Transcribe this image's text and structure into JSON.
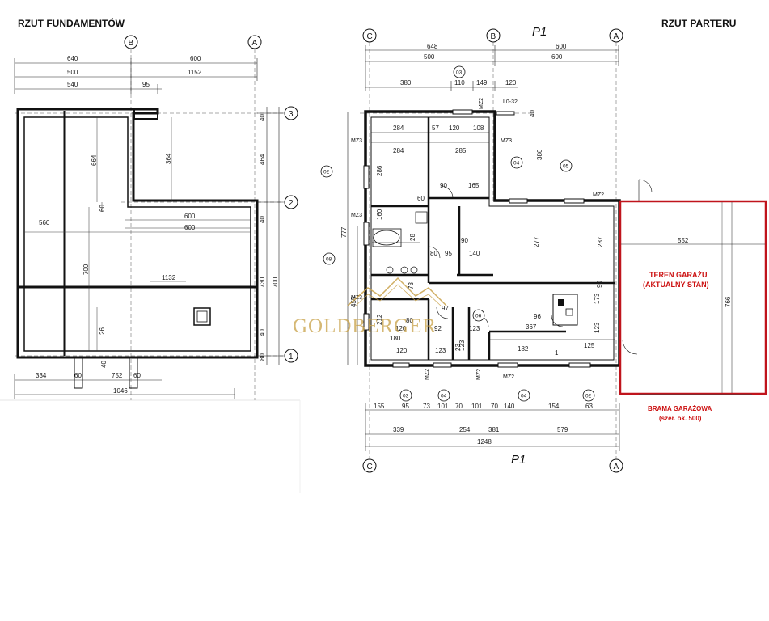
{
  "titles": {
    "foundations": "RZUT FUNDAMENTÓW",
    "ground_floor": "RZUT PARTERU",
    "section_top": "P1",
    "section_bottom": "P1"
  },
  "axes": {
    "a": "A",
    "b": "B",
    "c": "C",
    "n1": "1",
    "n2": "2",
    "n3": "3"
  },
  "garage": {
    "label_line1": "TEREN GARAŻU",
    "label_line2": "(AKTUALNY STAN)",
    "gate_line1": "BRAMA GARAŻOWA",
    "gate_line2": "(szer. ok. 500)",
    "width": "552",
    "depth": "766"
  },
  "watermark": {
    "text": "GOLDBERGER"
  },
  "foundations": {
    "top_dims": [
      "640",
      "600",
      "500",
      "1152",
      "540",
      "95"
    ],
    "bottom_dims": [
      "334",
      "60",
      "752",
      "60",
      "1046"
    ],
    "right_dims": [
      "40",
      "464",
      "40",
      "730",
      "700",
      "40",
      "40",
      "80"
    ],
    "inner_dims": [
      "664",
      "364",
      "60",
      "600",
      "600",
      "560",
      "1132",
      "700",
      "26",
      "40"
    ]
  },
  "ground": {
    "top_dims": [
      "648",
      "600",
      "500",
      "600",
      "380",
      "110",
      "149",
      "120"
    ],
    "bottom_dims": [
      "155",
      "95",
      "73",
      "101",
      "70",
      "101",
      "70",
      "140",
      "154",
      "63",
      "339",
      "254",
      "381",
      "579",
      "1248"
    ],
    "left_dims": [
      "777",
      "455"
    ],
    "room_dims": [
      "284",
      "57",
      "120",
      "108",
      "284",
      "285",
      "286",
      "90",
      "165",
      "60",
      "160",
      "28",
      "90",
      "80",
      "95",
      "140",
      "277",
      "287",
      "73",
      "90",
      "97",
      "212",
      "80",
      "120",
      "180",
      "92",
      "123",
      "96",
      "367",
      "123",
      "120",
      "123",
      "123",
      "182",
      "23",
      "125",
      "173",
      "40",
      "386",
      "1"
    ],
    "tags": [
      "MZ3",
      "MZ3",
      "MZ3",
      "MZ3",
      "MZ2",
      "MZ2",
      "MZ2",
      "MZ2",
      "MZ2",
      "L0-32"
    ],
    "circles": [
      "02",
      "03",
      "04",
      "05",
      "06",
      "08",
      "03",
      "04",
      "04",
      "02"
    ]
  }
}
